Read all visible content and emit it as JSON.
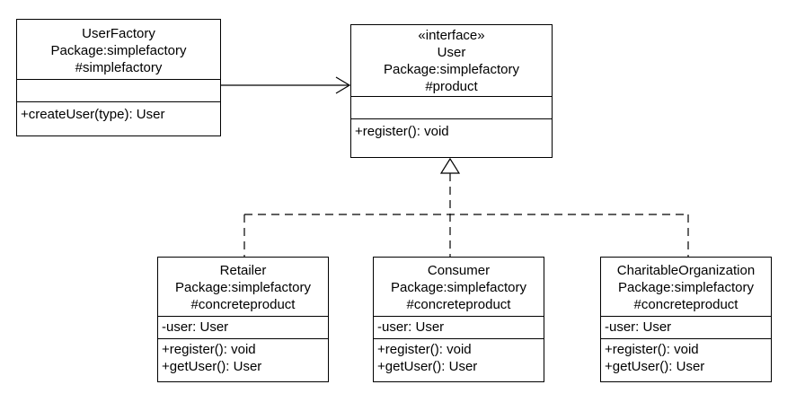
{
  "classes": {
    "user_factory": {
      "name": "UserFactory",
      "package": "Package:simplefactory",
      "tag": "#simplefactory",
      "attributes": [],
      "operations": [
        "+createUser(type): User"
      ]
    },
    "user": {
      "stereotype": "«interface»",
      "name": "User",
      "package": "Package:simplefactory",
      "tag": "#product",
      "attributes": [],
      "operations": [
        "+register(): void"
      ]
    },
    "retailer": {
      "name": "Retailer",
      "package": "Package:simplefactory",
      "tag": "#concreteproduct",
      "attributes": [
        "-user: User"
      ],
      "operations": [
        "+register(): void",
        "+getUser(): User"
      ]
    },
    "consumer": {
      "name": "Consumer",
      "package": "Package:simplefactory",
      "tag": "#concreteproduct",
      "attributes": [
        "-user: User"
      ],
      "operations": [
        "+register(): void",
        "+getUser(): User"
      ]
    },
    "charitable_organization": {
      "name": "CharitableOrganization",
      "package": "Package:simplefactory",
      "tag": "#concreteproduct",
      "attributes": [
        "-user: User"
      ],
      "operations": [
        "+register(): void",
        "+getUser(): User"
      ]
    }
  },
  "relations": [
    {
      "type": "dependency",
      "from": "UserFactory",
      "to": "User"
    },
    {
      "type": "realization",
      "from": "Retailer",
      "to": "User"
    },
    {
      "type": "realization",
      "from": "Consumer",
      "to": "User"
    },
    {
      "type": "realization",
      "from": "CharitableOrganization",
      "to": "User"
    }
  ]
}
